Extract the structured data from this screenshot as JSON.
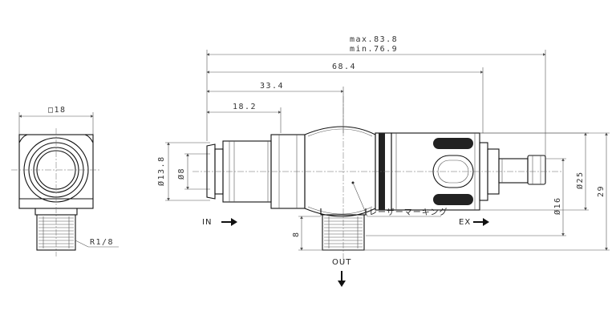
{
  "side_view": {
    "width_label": "□18",
    "thread_label": "R1/8"
  },
  "dimensions": {
    "max": "max.83.8",
    "min": "min.76.9",
    "d68": "68.4",
    "d33": "33.4",
    "d18": "18.2",
    "dia_outer": "Ø13.8",
    "dia_inner": "Ø8",
    "dia16": "Ø16",
    "dia25": "Ø25",
    "h29": "29",
    "h8": "8"
  },
  "ports": {
    "in": "IN",
    "out": "OUT",
    "ex": "EX"
  },
  "callouts": {
    "laser": "レーザーマーキング"
  },
  "colors": {
    "line": "#111111",
    "dim_line": "#555555",
    "fill_dark": "#222222"
  }
}
